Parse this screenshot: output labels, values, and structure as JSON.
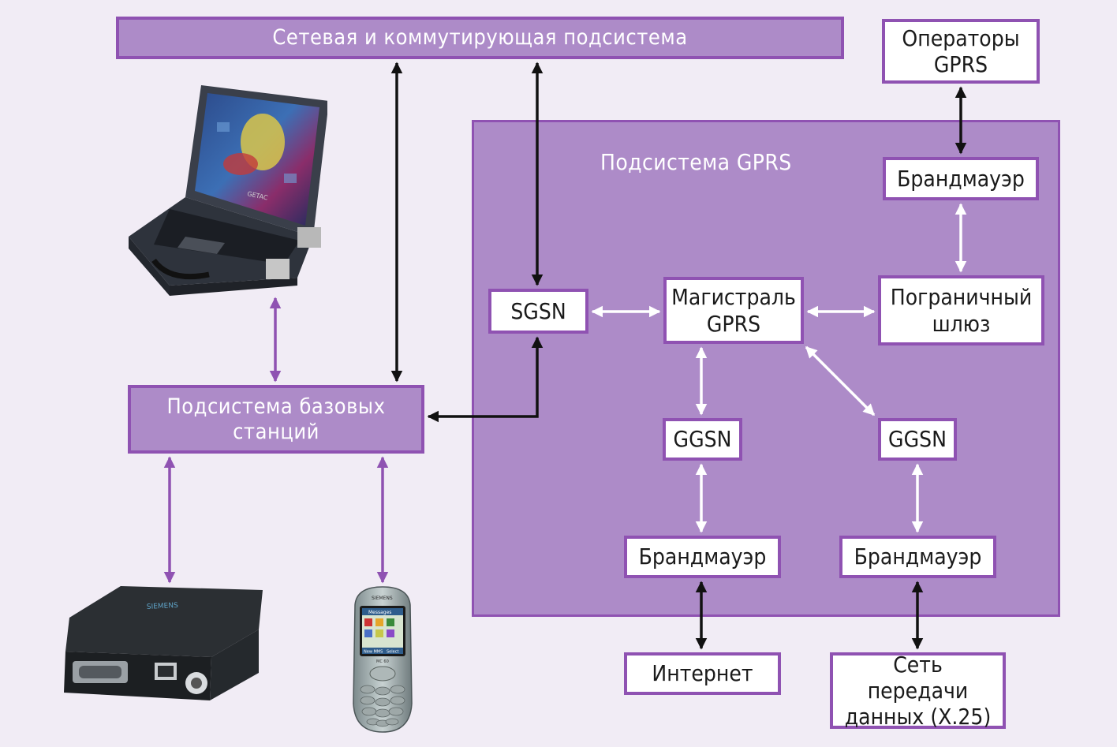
{
  "diagram": {
    "nss": "Сетевая и коммутирующая подсистема",
    "operators": "Операторы GPRS",
    "gprs_subsystem": "Подсистема GPRS",
    "firewall_top": "Брандмауэр",
    "border_gateway": "Пограничный шлюз",
    "sgsn": "SGSN",
    "backbone": "Магистраль GPRS",
    "bss": "Подсистема базовых станций",
    "ggsn_left": "GGSN",
    "ggsn_right": "GGSN",
    "firewall_left": "Брандмауэр",
    "firewall_right": "Брандмауэр",
    "internet": "Интернет",
    "x25": "Сеть передачи данных (X.25)"
  },
  "devices": {
    "laptop_brand": "GETAC",
    "modem_brand": "SIEMENS",
    "phone": {
      "brand": "SIEMENS",
      "screen_title": "Messages",
      "softkey_left": "New MMS",
      "softkey_right": "Select",
      "model": "MC 60"
    }
  },
  "colors": {
    "box_fill": "#ad8bc8",
    "box_border": "#8f52b2",
    "arrow_black": "#111111",
    "arrow_purple": "#8f52b2",
    "arrow_white": "#ffffff"
  }
}
